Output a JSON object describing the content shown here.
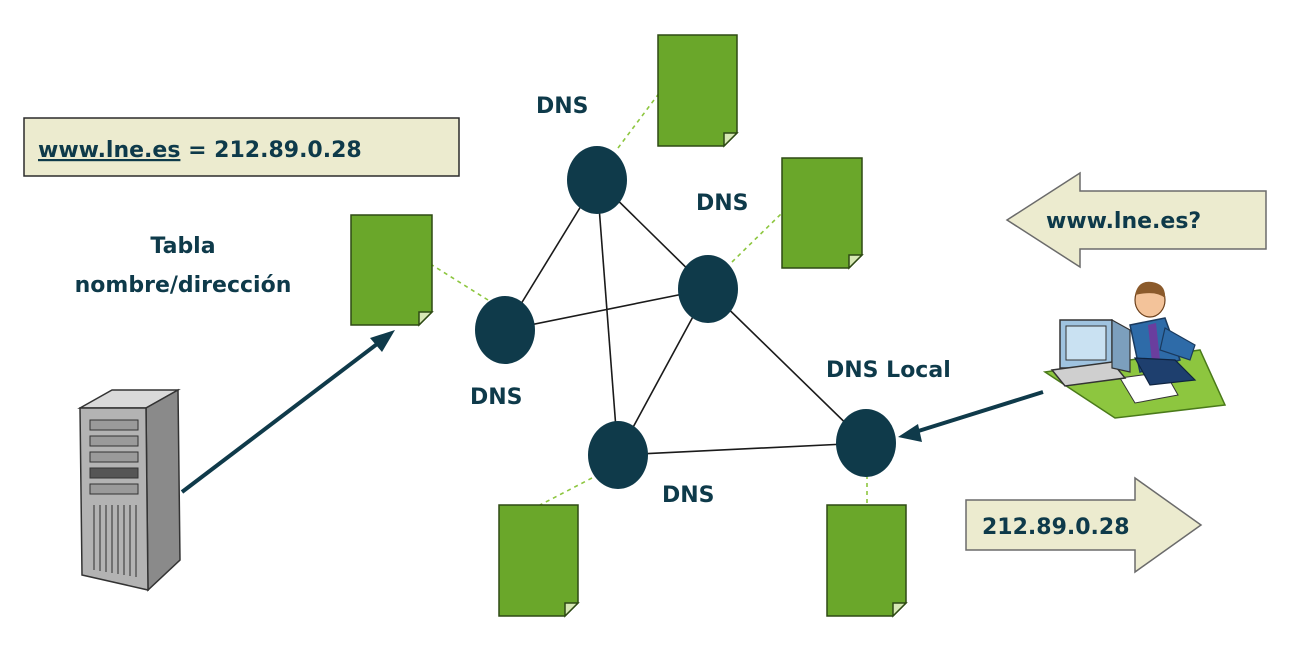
{
  "mapping_box": {
    "domain": "www.lne.es",
    "rest": " = 212.89.0.28"
  },
  "table_label": {
    "line1": "Tabla",
    "line2": "nombre/dirección"
  },
  "dns_labels": {
    "top": "DNS",
    "mid_right": "DNS",
    "left": "DNS",
    "bottom": "DNS",
    "local": "DNS Local"
  },
  "query_arrow": {
    "text": "www.lne.es?"
  },
  "answer_arrow": {
    "text": "212.89.0.28"
  },
  "icons": {
    "server": "server-tower-icon",
    "user": "user-at-computer-icon",
    "document": "document-icon"
  },
  "colors": {
    "node": "#0f3a4a",
    "document": "#6aa72a",
    "text": "#0e3a4a",
    "panel": "#ecebcf",
    "dotted_link": "#8dc63f"
  }
}
